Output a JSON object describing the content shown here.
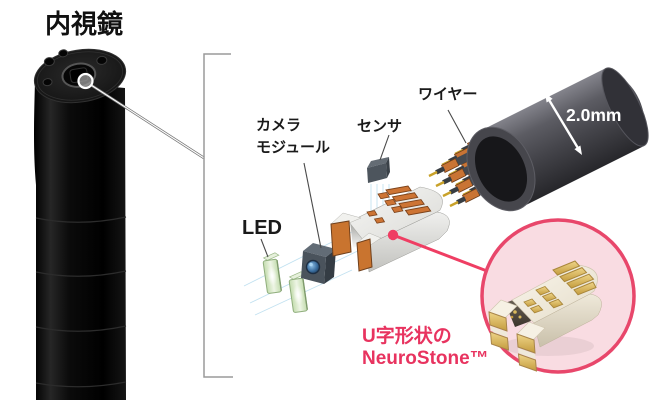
{
  "title": "内視鏡",
  "diagram": {
    "labels": {
      "led": "LED",
      "camera_module_line1": "カメラ",
      "camera_module_line2": "モジュール",
      "sensor": "センサ",
      "wire": "ワイヤー",
      "diameter": "2.0mm",
      "callout_line1": "U字形状の",
      "callout_line2": "NeuroStone™"
    },
    "parts": [
      {
        "id": "endoscope-tip",
        "label": "内視鏡"
      },
      {
        "id": "led-chips",
        "label": "LED",
        "count": 2
      },
      {
        "id": "camera-module",
        "label": "カメラモジュール"
      },
      {
        "id": "sensor",
        "label": "センサ"
      },
      {
        "id": "neurostone-module",
        "label": "U字形状のNeuroStone™",
        "highlighted": true
      },
      {
        "id": "wires",
        "label": "ワイヤー"
      },
      {
        "id": "cable-sheath",
        "label": "2.0mm"
      }
    ],
    "colors": {
      "accent_pink": "#e8335f",
      "callout_fill": "#f9dce2",
      "copper_orange": "#cd7434",
      "gold": "#dcba5e",
      "led_green": "#cfe3bd",
      "cable_gray": "#4a4a50",
      "guide_blue": "#bfe0f0",
      "line_gray": "#9a9a9a"
    }
  }
}
